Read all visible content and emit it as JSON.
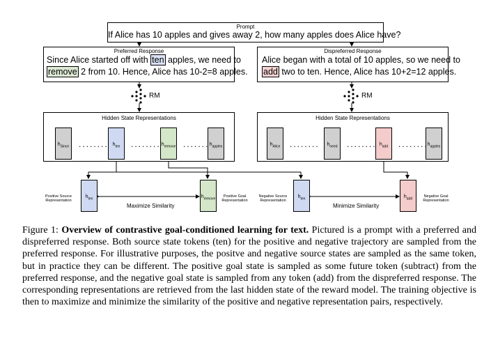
{
  "prompt": {
    "title": "Prompt",
    "text": "If Alice has 10 apples and gives away 2, how many apples does Alice have?"
  },
  "preferred": {
    "title": "Preferred Response",
    "line1_a": "Since Alice started off with ",
    "line1_hl": "ten",
    "line1_b": " apples, we need to",
    "line2_hl": "remove",
    "line2_b": " 2 from 10. Hence, Alice has 10-2=8 apples."
  },
  "dispreferred": {
    "title": "Dispreferred Response",
    "line1": "Alice began with a total of 10 apples, so we need to",
    "line2_hl": "add",
    "line2_b": " two to ten. Hence, Alice has 10+2=12 apples."
  },
  "rm_label": "RM",
  "hidden_title": "Hidden State Representations",
  "left_tokens": [
    {
      "h": "h",
      "sub": "Since"
    },
    {
      "h": "h",
      "sub": "ten"
    },
    {
      "h": "h",
      "sub": "remove"
    },
    {
      "h": "h",
      "sub": "apples"
    }
  ],
  "right_tokens": [
    {
      "h": "h",
      "sub": "Alice"
    },
    {
      "h": "h",
      "sub": "need"
    },
    {
      "h": "h",
      "sub": "add"
    },
    {
      "h": "h",
      "sub": "apples"
    }
  ],
  "ellipsis": "........",
  "bottom": {
    "pos_src_label": "Positive Source Representation",
    "pos_goal_label": "Positive Goal Representation",
    "neg_src_label": "Negative Source Representation",
    "neg_goal_label": "Negative Goal Representation",
    "pos_src": {
      "h": "h",
      "sub": "ten"
    },
    "pos_goal": {
      "h": "h",
      "sub": "remove"
    },
    "neg_src": {
      "h": "h",
      "sub": "ten"
    },
    "neg_goal": {
      "h": "h",
      "sub": "add"
    },
    "maximize": "Maximize Similarity",
    "minimize": "Minimize Similarity"
  },
  "caption": {
    "fig": "Figure 1: ",
    "bold": "Overview of contrastive goal-conditioned learning for text.",
    "rest": " Pictured is a prompt with a preferred and dispreferred response. Both source state tokens (ten) for the positive and negative trajectory are sampled from the preferred response. For illustrative purposes, the positve and negative source states are sampled as the same token, but in practice they can be different. The positive goal state is sampled as some future token (subtract) from the preferred response, and the negative goal state is sampled from any token (add) from the dispreferred response. The corresponding representations are retrieved from the last hidden state of the reward model. The training objective is then to maximize and minimize the similarity of the positive and negative representation pairs, respectively."
  }
}
